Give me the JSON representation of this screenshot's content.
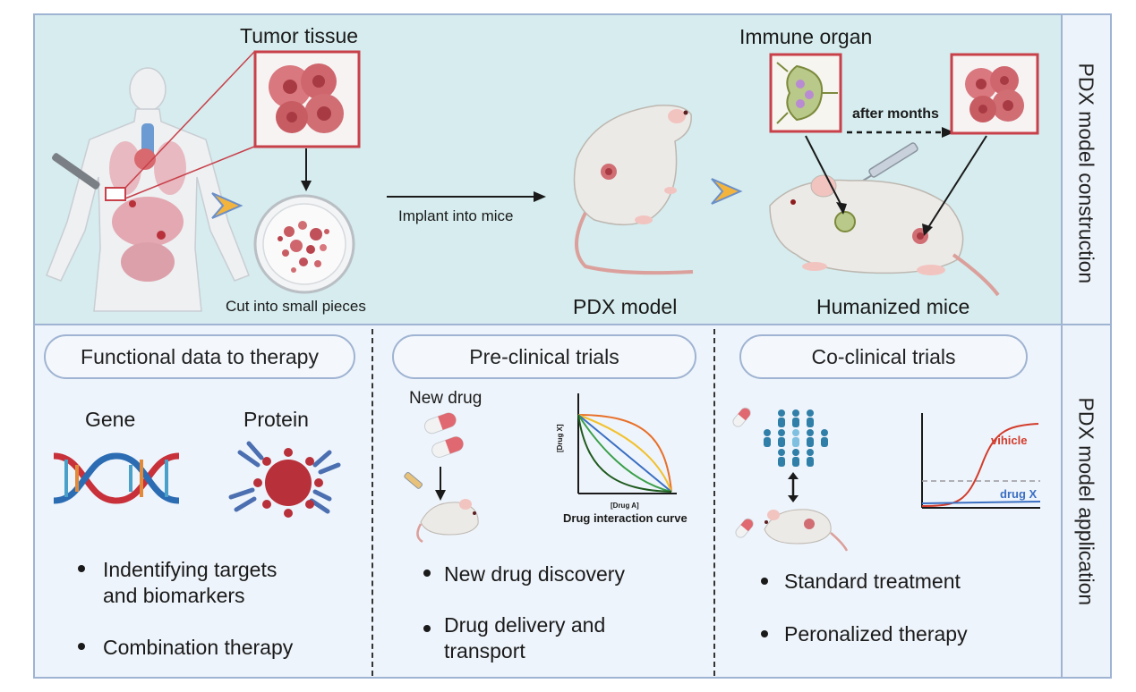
{
  "top": {
    "tumor_tissue": "Tumor tissue",
    "cut_pieces": "Cut into small pieces",
    "implant": "Implant into mice",
    "pdx_model": "PDX model",
    "immune_organ": "Immune organ",
    "after_months": "after months",
    "humanized_mice": "Humanized mice"
  },
  "side": {
    "construction": "PDX model construction",
    "application": "PDX model application"
  },
  "panel1": {
    "title": "Functional data to therapy",
    "gene": "Gene",
    "protein": "Protein",
    "bullet1_line1": "Indentifying targets",
    "bullet1_line2": "and biomarkers",
    "bullet2": "Combination therapy"
  },
  "panel2": {
    "title": "Pre-clinical trials",
    "new_drug": "New drug",
    "axis_y": "[Drug X]",
    "axis_x": "[Drug A]",
    "curve_caption": "Drug interaction curve",
    "bullet1": "New drug discovery",
    "bullet2_line1": "Drug delivery and",
    "bullet2_line2": "transport"
  },
  "panel3": {
    "title": "Co-clinical trials",
    "vihicle": "vihicle",
    "drug_x": "drug X",
    "bullet1": "Standard treatment",
    "bullet2": "Peronalized therapy"
  },
  "colors": {
    "top_band": "#d6ecee",
    "bottom_band": "#eef4fb",
    "frame": "#9fb3d2",
    "tumor_red": "#c8404a",
    "vehicle_red": "#d23c2c",
    "drug_blue": "#3a6fc2"
  }
}
